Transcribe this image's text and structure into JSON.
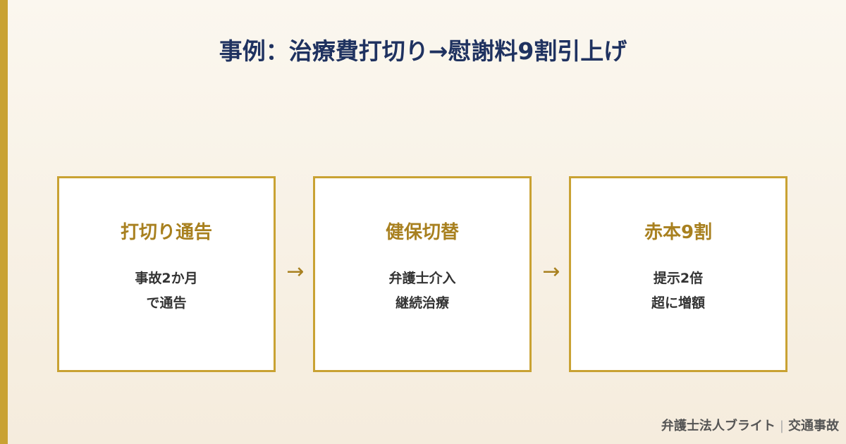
{
  "title": "事例：治療費打切り→慰謝料9割引上げ",
  "steps": [
    {
      "heading": "打切り通告",
      "line1": "事故2か月",
      "line2": "で通告"
    },
    {
      "heading": "健保切替",
      "line1": "弁護士介入",
      "line2": "継続治療"
    },
    {
      "heading": "赤本9割",
      "line1": "提示2倍",
      "line2": "超に増額"
    }
  ],
  "arrow_glyph": "→",
  "footer": {
    "firm": "弁護士法人ブライト",
    "separator": "|",
    "topic": "交通事故"
  },
  "colors": {
    "accent": "#c9a233",
    "title": "#1f3260",
    "heading": "#a8801f"
  }
}
